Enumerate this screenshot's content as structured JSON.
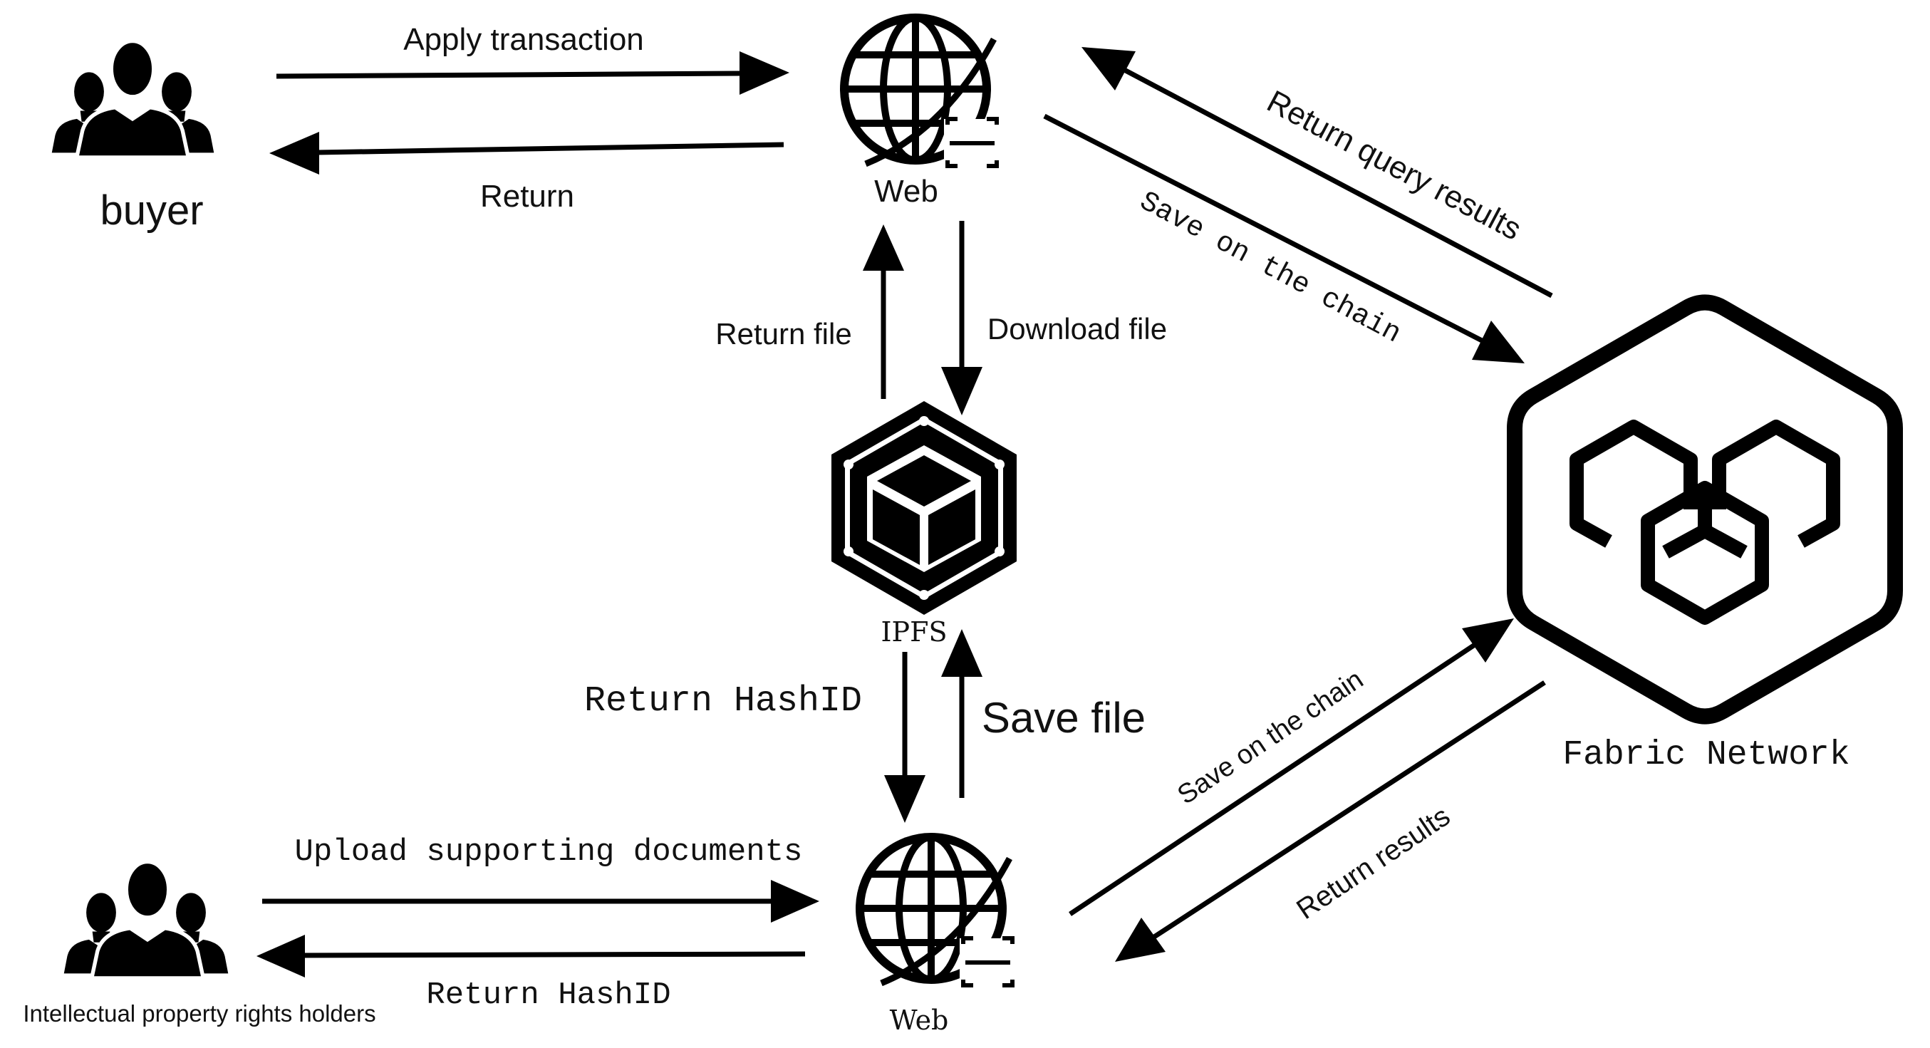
{
  "nodes": {
    "buyer": {
      "label": "buyer",
      "icon": "people-group-icon"
    },
    "holders": {
      "label": "Intellectual property rights holders",
      "icon": "people-group-icon"
    },
    "web_top": {
      "label": "Web",
      "icon": "web-globe-icon"
    },
    "web_bottom": {
      "label": "Web",
      "icon": "web-globe-icon"
    },
    "ipfs": {
      "label": "IPFS",
      "icon": "ipfs-cube-icon"
    },
    "fabric": {
      "label": "Fabric Network",
      "icon": "fabric-hexagon-icon"
    }
  },
  "edges": {
    "apply_transaction": "Apply transaction",
    "return_top": "Return",
    "return_file": "Return file",
    "download_file": "Download file",
    "return_query_results": "Return query results",
    "save_chain_top": "Save on the chain",
    "return_hashid_mid": "Return HashID",
    "save_file": "Save file",
    "upload_docs": "Upload supporting documents",
    "return_hashid_bottom": "Return HashID",
    "save_chain_bottom": "Save on the chain",
    "return_results": "Return results"
  },
  "colors": {
    "ink": "#000000",
    "background": "#ffffff",
    "web_label": "#6b6b6b"
  }
}
